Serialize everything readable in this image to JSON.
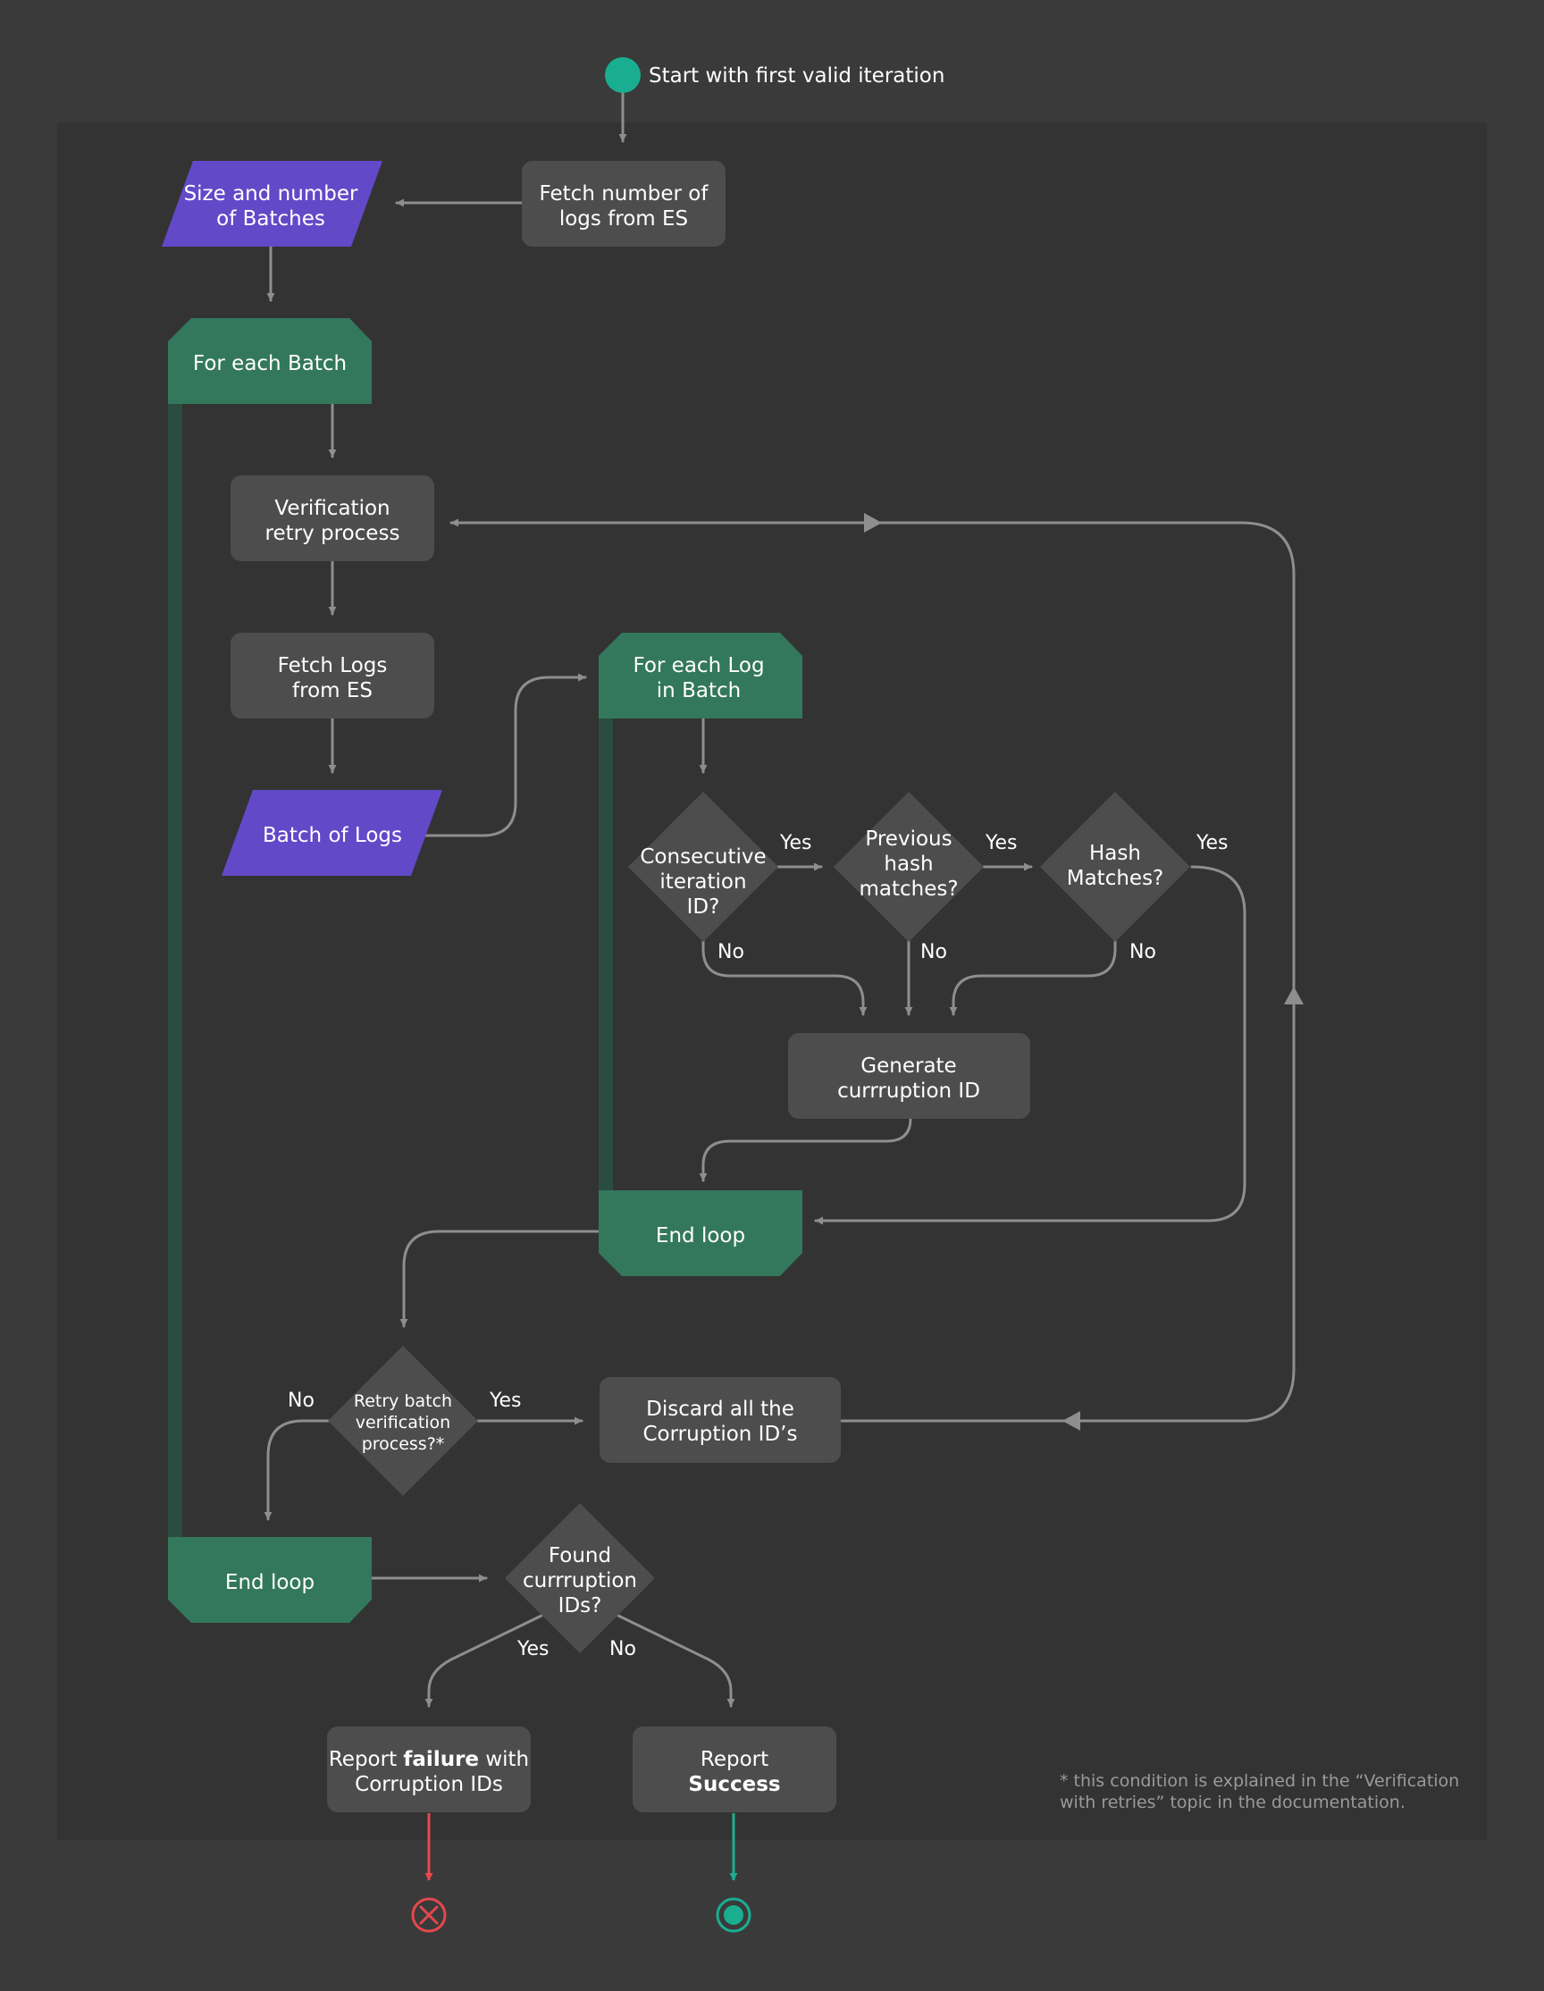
{
  "colors": {
    "page_bg": "#3a3a3a",
    "panel_bg": "#333333",
    "process": "#4d4d4d",
    "decision": "#4d4d4d",
    "data": "#6249c8",
    "loop": "#33785d",
    "loop_bar": "#2a4d40",
    "arrow": "#8e8e8e",
    "start": "#1aae91",
    "success": "#1aae91",
    "failure": "#e5484d",
    "note": "#9a9a9a"
  },
  "nodes": {
    "start_label": "Start with first valid iteration",
    "fetch_count": [
      "Fetch number of",
      "logs from ES"
    ],
    "batch_size": [
      "Size and number",
      "of Batches"
    ],
    "for_each_batch": "For each Batch",
    "verification_retry": [
      "Verification",
      "retry process"
    ],
    "fetch_logs": [
      "Fetch Logs",
      "from ES"
    ],
    "batch_of_logs": "Batch of Logs",
    "for_each_log": [
      "For each Log",
      "in Batch"
    ],
    "consecutive_iteration": [
      "Consecutive",
      "iteration",
      "ID?"
    ],
    "previous_hash": [
      "Previous",
      "hash",
      "matches?"
    ],
    "hash_matches": [
      "Hash",
      "Matches?"
    ],
    "generate_corruption": [
      "Generate",
      "currruption ID"
    ],
    "end_loop_inner": "End loop",
    "retry_batch": [
      "Retry batch",
      "verification",
      "process?*"
    ],
    "discard_corruption": [
      "Discard all the",
      "Corruption ID’s"
    ],
    "end_loop_outer": "End loop",
    "found_corruption": [
      "Found",
      "currruption",
      "IDs?"
    ],
    "report_failure": {
      "line1_pre": "Report ",
      "line1_bold": "failure",
      "line1_post": " with",
      "line2": "Corruption IDs"
    },
    "report_success": {
      "line1": "Report",
      "line2_bold": "Success"
    }
  },
  "edge_labels": {
    "yes_consecutive": "Yes",
    "no_consecutive": "No",
    "yes_previous": "Yes",
    "no_previous": "No",
    "yes_hash": "Yes",
    "no_hash": "No",
    "no_retry": "No",
    "yes_retry": "Yes",
    "yes_found": "Yes",
    "no_found": "No"
  },
  "footnote": [
    "* this condition is explained in the “Verification",
    "with retries” topic in the documentation."
  ],
  "icons": {
    "start": "start-circle-icon",
    "failure": "failure-end-icon",
    "success": "success-end-icon"
  }
}
